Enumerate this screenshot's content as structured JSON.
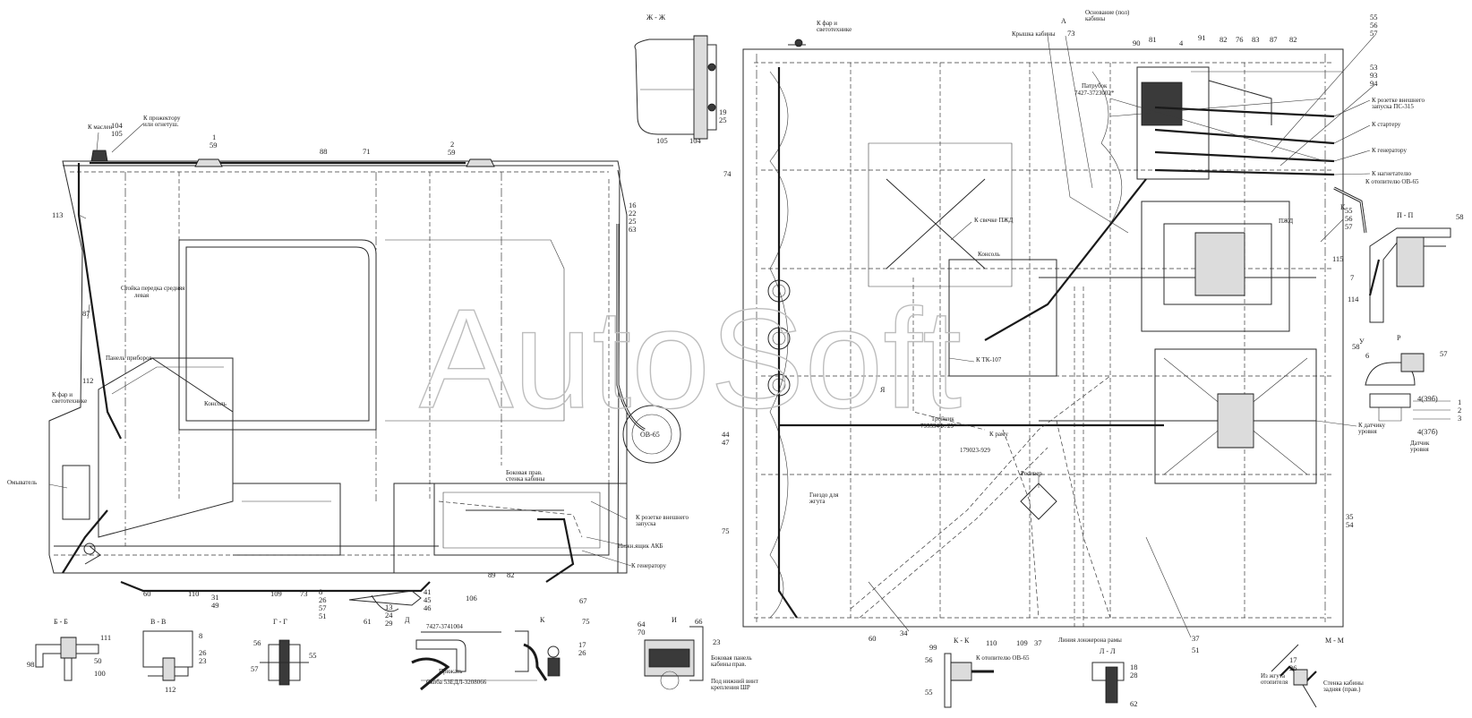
{
  "diagram": {
    "watermark": "AutoSoft",
    "labels": {
      "k_maslen": "К маслен",
      "k_prozhektoru": "К прожектору",
      "ili_ogn": "или огнетуш.",
      "stoika": "Стойка передка средняя",
      "levaya": "левая",
      "panel_priborov": "Панель приборов",
      "k_faram_l": "К фар и",
      "k_faram_l2": "светотехнике",
      "omyvatel": "Омыватель",
      "konsol_left": "Консоль",
      "bok_stenka": "Боковая прав.",
      "bok_stenka2": "стенка кабины",
      "k_rozetke": "К розетке внешнего",
      "k_rozetke2": "запуска",
      "nizh_yashik": "Нижн.ящик АКБ",
      "k_generatoru_l": "К генератору",
      "ov65_left": "ОВ-65",
      "k_faram_top": "К фар и",
      "k_faram_top2": "светотехнике",
      "kryshka": "Крышка кабины",
      "osnovanie": "Основание (пол)",
      "osnovanie2": "кабины",
      "patrubok": "Патрубок",
      "patrubok_code": "7427-3723002*",
      "k_svechke": "К свечке ПЖД",
      "konsol_mid": "Консоль",
      "k_tk": "К ТК-107",
      "troinik": "Тройник",
      "troinik_code": "795394Ф. 29*",
      "k_ramu": "К раму",
      "code_mid": "179023-929",
      "resiver": "Ресивер",
      "gnezdo": "Гнездо для",
      "gnezdo2": "жгута",
      "liniya_pola": "Линия лонжерона рамы",
      "k_rozetke_r": "К розетке внешнего",
      "k_rozetke_r2": "запуска ПС-315",
      "k_starteru": "К стартеру",
      "k_generatoru_r": "К генератору",
      "k_nagnet": "К нагнетателю",
      "k_otopit": "К отопителю ОВ-65",
      "pzhd": "ПЖД",
      "k_datchiku": "К датчику",
      "k_datchiku2": "уровня",
      "datchik": "Датчик",
      "datchik2": "уровня",
      "prizhat": "Прижать",
      "skoba": "Скоба 53ЕДЛ-3208066",
      "part_7427": "7427-3741004",
      "bok_panel": "Боковая панель",
      "bok_panel2": "кабины прав.",
      "pod_bolt": "Под нижний винт",
      "pod_bolt2": "крепления ШР",
      "k_otopit_kk": "К отопителю ОВ-65",
      "iz_zhguta": "Из жгута",
      "iz_zhguta2": "отопителя",
      "stenka_z": "Стенка кабины",
      "stenka_z2": "задняя (прав.)"
    },
    "sections": {
      "zh": "Ж - Ж",
      "bb": "Б - Б",
      "vv": "В - В",
      "gg": "Г - Г",
      "d": "Д",
      "k": "К",
      "i": "И",
      "kk": "К - К",
      "ll": "Л - Л",
      "mm": "М - М",
      "pp": "П - П",
      "r": "Р",
      "a": "А",
      "ya": "Я",
      "u": "У"
    },
    "callouts_left": [
      "104",
      "105",
      "1",
      "59",
      "71",
      "88",
      "2",
      "59",
      "113",
      "87",
      "112",
      "16",
      "22",
      "25",
      "63",
      "60",
      "110",
      "31",
      "49",
      "109",
      "73",
      "8",
      "26",
      "57",
      "51",
      "61",
      "13",
      "24",
      "29",
      "41",
      "45",
      "46",
      "106",
      "89",
      "82",
      "67",
      "19",
      "25",
      "104",
      "105"
    ],
    "callouts_right": [
      "74",
      "73",
      "90",
      "81",
      "4",
      "91",
      "82",
      "76",
      "83",
      "87",
      "82",
      "55",
      "56",
      "57",
      "53",
      "93",
      "94",
      "55",
      "56",
      "57",
      "58",
      "115",
      "7",
      "114",
      "58",
      "6",
      "57",
      "4(39б)",
      "1",
      "2",
      "3",
      "4(37б)",
      "44",
      "47",
      "75",
      "35",
      "54",
      "60",
      "34",
      "110",
      "109",
      "37",
      "37",
      "51"
    ],
    "callouts_details": [
      "111",
      "98",
      "50",
      "100",
      "8",
      "26",
      "23",
      "112",
      "56",
      "55",
      "57",
      "75",
      "17",
      "26",
      "64",
      "70",
      "66",
      "23",
      "99",
      "56",
      "55",
      "18",
      "28",
      "62",
      "17",
      "26"
    ],
    "colors": {
      "line": "#1a1a1a",
      "watermark": "#bdbdbd",
      "paper": "#ffffff"
    }
  }
}
